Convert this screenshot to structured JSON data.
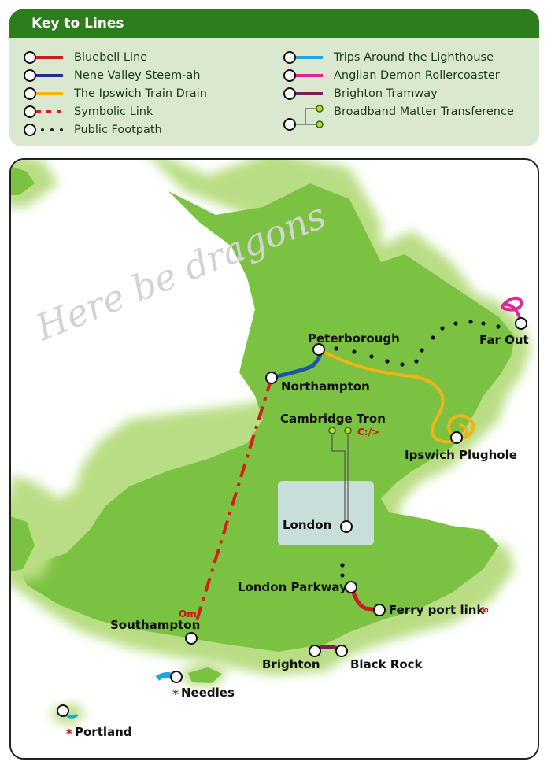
{
  "key": {
    "title": "Key to Lines",
    "items_left": [
      {
        "label": "Bluebell Line",
        "color": "#c8201e",
        "style": "solid"
      },
      {
        "label": "Nene Valley Steem-ah",
        "color": "#1f2f8f",
        "style": "solid"
      },
      {
        "label": "The Ipswich Train Drain",
        "color": "#f2b316",
        "style": "solid"
      },
      {
        "label": "Symbolic Link",
        "color": "#d31e1e",
        "style": "dashed"
      },
      {
        "label": "Public Footpath",
        "color": "#222222",
        "style": "dotted"
      }
    ],
    "items_right": [
      {
        "label": "Trips Around the Lighthouse",
        "color": "#1ea6e0",
        "style": "solid"
      },
      {
        "label": "Anglian Demon Rollercoaster",
        "color": "#e0259a",
        "style": "solid"
      },
      {
        "label": "Brighton Tramway",
        "color": "#7a1f5a",
        "style": "solid"
      },
      {
        "label": "Broadband Matter Transference",
        "color": "#555555",
        "style": "branch"
      }
    ]
  },
  "map": {
    "watermark": "Here be dragons",
    "stations": {
      "peterborough": "Peterborough",
      "far_out": "Far Out",
      "northampton": "Northampton",
      "cambridge_tron": "Cambridge Tron",
      "ipswich_plughole": "Ipswich Plughole",
      "london": "London",
      "london_parkway": "London Parkway",
      "ferry_port_link": "Ferry port link",
      "southampton": "Southampton",
      "brighton": "Brighton",
      "black_rock": "Black Rock",
      "needles": "Needles",
      "portland": "Portland"
    },
    "notes": {
      "cambridge_code": "C:/>",
      "southampton_code": "Om",
      "ferry_symbol": "∞",
      "needles_star": "*",
      "portland_star": "*"
    }
  }
}
